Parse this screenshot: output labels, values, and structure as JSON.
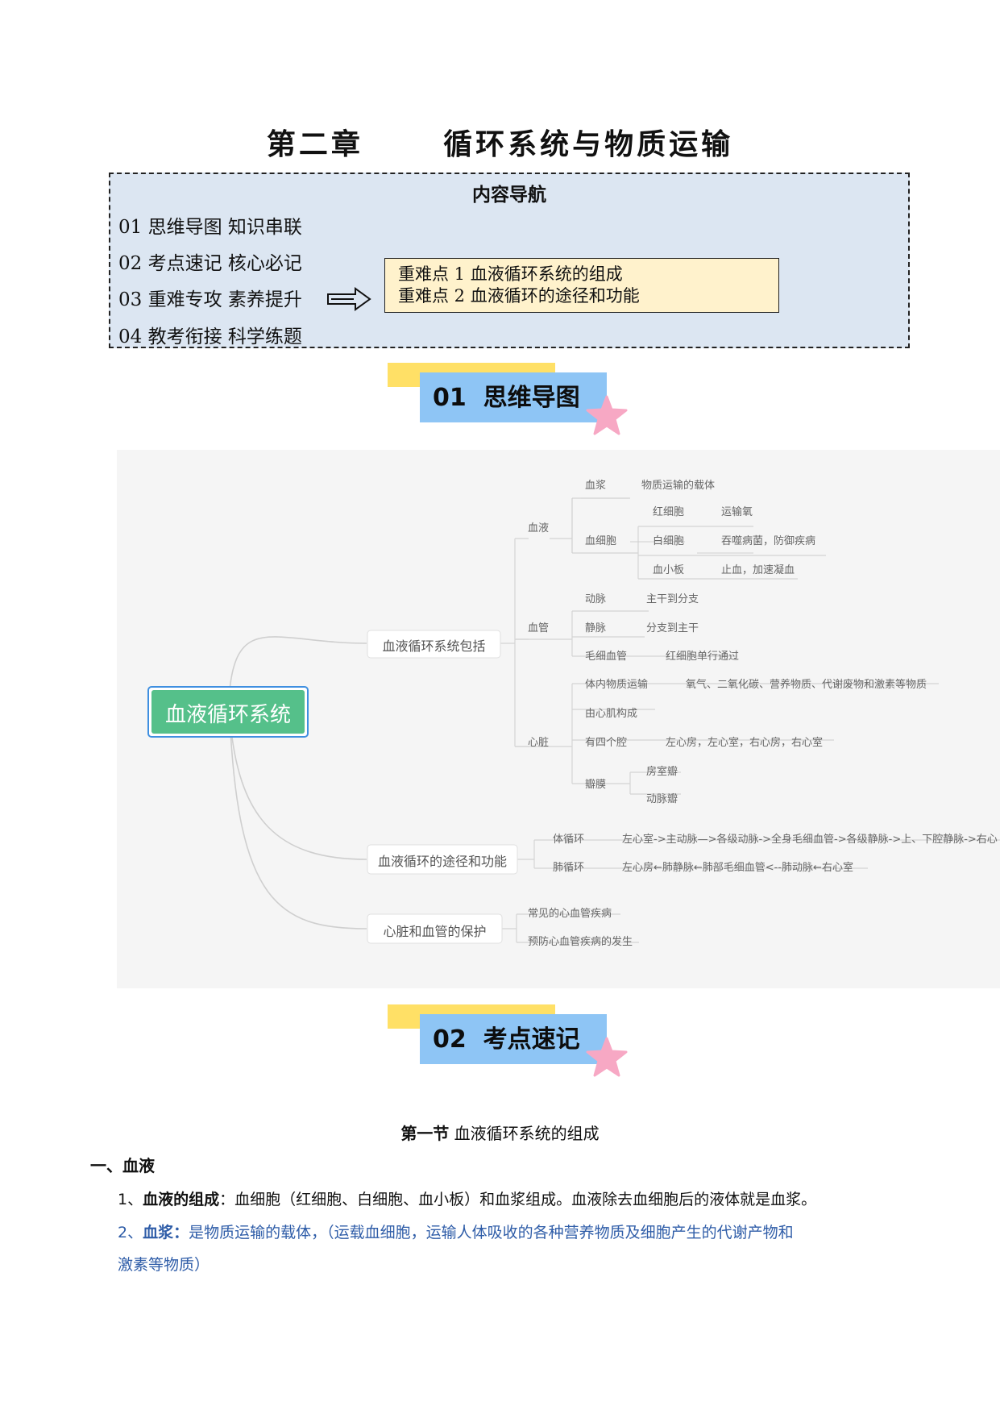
{
  "chapter_title": "第二章      循环系统与物质运输",
  "nav": {
    "heading": "内容导航",
    "items": [
      "01 思维导图  知识串联",
      "02 考点速记  核心必记",
      "03 重难专攻  素养提升",
      "04 教考衔接  科学练题"
    ],
    "hard_points": [
      "重难点 1 血液循环系统的组成",
      "重难点 2 血液循环的途径和功能"
    ]
  },
  "banners": [
    "01  思维导图",
    "02  考点速记"
  ],
  "mindmap": {
    "root": "血液循环系统",
    "branch1": "血液循环系统包括",
    "blood": "血液",
    "plasma": "血浆",
    "plasma_desc": "物质运输的载体",
    "blood_cell": "血细胞",
    "rbc": "红细胞",
    "rbc_desc": "运输氧",
    "wbc": "白细胞",
    "wbc_desc": "吞噬病菌，防御疾病",
    "platelet": "血小板",
    "platelet_desc": "止血，加速凝血",
    "vessel": "血管",
    "artery": "动脉",
    "artery_desc": "主干到分支",
    "vein": "静脉",
    "vein_desc": "分支到主干",
    "capillary": "毛细血管",
    "capillary_desc": "红细胞单行通过",
    "heart": "心脏",
    "transport": "体内物质运输",
    "transport_desc": "氧气、二氧化碳、营养物质、代谢废物和激素等物质",
    "muscle": "由心肌构成",
    "chambers": "有四个腔",
    "chambers_desc": "左心房，左心室，右心房，右心室",
    "valves": "瓣膜",
    "av_valve": "房室瓣",
    "arterial_valve": "动脉瓣",
    "branch2": "血液循环的途径和功能",
    "systemic": "体循环",
    "systemic_desc": "左心室->主动脉—>各级动脉->全身毛细血管->各级静脉->上、下腔静脉->右心",
    "pulmonary": "肺循环",
    "pulmonary_desc": "左心房←肺静脉←肺部毛细血管<--肺动脉←右心室",
    "branch3": "心脏和血管的保护",
    "disease": "常见的心血管疾病",
    "prevent": "预防心血管疾病的发生"
  },
  "section": {
    "label": "第一节",
    "title": "血液循环系统的组成"
  },
  "heading1": "一、血液",
  "p1": {
    "num": "1、",
    "term": "血液的组成",
    "body": "：血细胞（红细胞、白细胞、血小板）和血浆组成。",
    "tail": "血液除去血细胞后的液体就是血浆。"
  },
  "p2": {
    "num": "2、",
    "term": "血浆：",
    "line1": "是物质运输的载体，（运载血细胞，运输人体吸收的各种营养物质及细胞产生的代谢产物和",
    "line2": "激素等物质）"
  },
  "colors": {
    "root_fill": "#55c08a",
    "root_border": "#3f8fe0",
    "nav_bg": "#dce6f2",
    "hard_bg": "#fff2cc",
    "banner_blue": "#8ec5f5",
    "banner_yellow": "#ffe066",
    "star": "#f7a8c4",
    "blue_text": "#2f5da8"
  }
}
